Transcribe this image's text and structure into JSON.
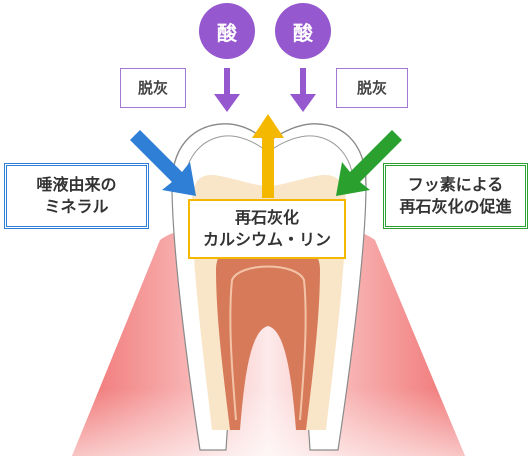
{
  "acid_labels": {
    "left": "酸",
    "right": "酸"
  },
  "demineralization": {
    "left": "脱灰",
    "right": "脱灰"
  },
  "saliva_minerals": {
    "line1": "唾液由来の",
    "line2": "ミネラル"
  },
  "fluoride_promotion": {
    "line1": "フッ素による",
    "line2": "再石灰化の促進"
  },
  "remineralization": {
    "line1": "再石灰化",
    "line2": "カルシウム・リン"
  },
  "colors": {
    "acid_circle": "#9658cf",
    "acid_arrow": "#9658cf",
    "saliva_arrow": "#2f7fd7",
    "fluoride_arrow": "#2aa12f",
    "remineralization_arrow": "#f5b800",
    "gum": "#f08080",
    "dentin": "#f9e6c8",
    "pulp": "#d77a5a"
  }
}
